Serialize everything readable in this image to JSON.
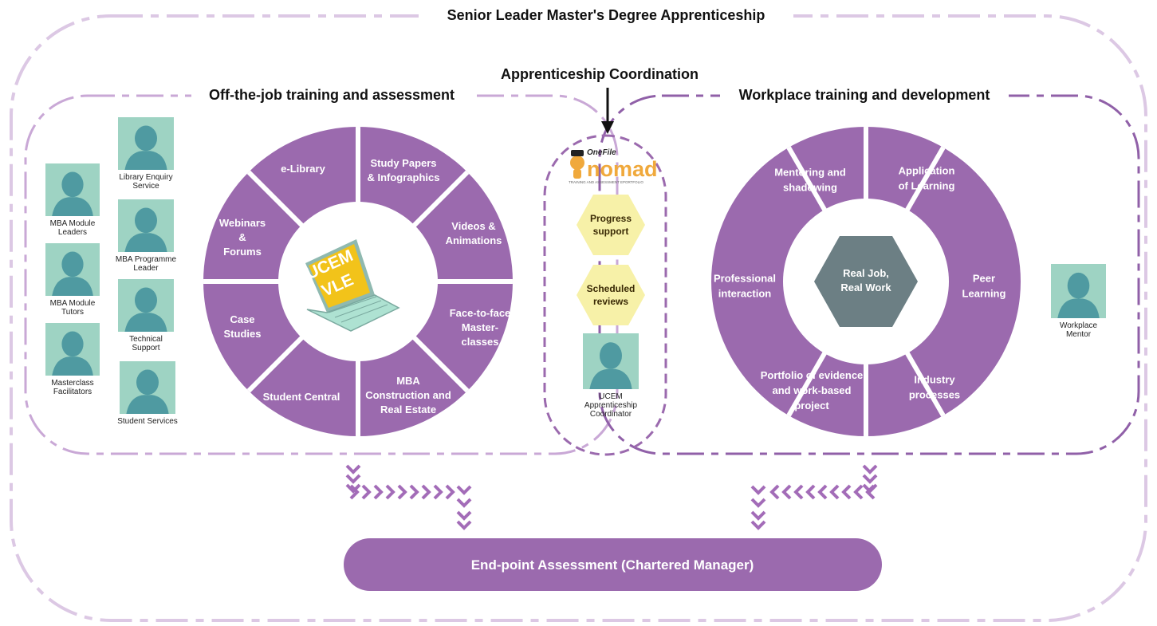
{
  "outer_title": "Senior Leader Master's Degree Apprenticeship",
  "coordination_title": "Apprenticeship Coordination",
  "offjob": {
    "title": "Off-the-job training and assessment",
    "staff": [
      [
        "MBA Module",
        "Leaders"
      ],
      [
        "MBA Module",
        "Tutors"
      ],
      [
        "Masterclass",
        "Facilitators"
      ],
      [
        "Library Enquiry",
        "Service"
      ],
      [
        "MBA Programme",
        "Leader"
      ],
      [
        "Technical",
        "Support"
      ],
      [
        "Student Services"
      ]
    ],
    "segments": [
      [
        "e-Library"
      ],
      [
        "Study Papers",
        "& Infographics"
      ],
      [
        "Videos &",
        "Animations"
      ],
      [
        "Face-to-face",
        "Master-",
        "classes"
      ],
      [
        "MBA",
        "Construction and",
        "Real Estate"
      ],
      [
        "Student Central"
      ],
      [
        "Case",
        "Studies"
      ],
      [
        "Webinars",
        "&",
        "Forums"
      ]
    ],
    "center_logo": {
      "line1": "UCEM",
      "line2": "VLE",
      "icon": "laptop-icon"
    }
  },
  "coordination": {
    "logo_small": "OneFile",
    "logo_big": "nomad",
    "logo_tagline": "TRAINING AND ASSESSMENT EPORTFOLIO",
    "hexes": [
      [
        "Progress",
        "support"
      ],
      [
        "Scheduled",
        "reviews"
      ]
    ],
    "coordinator": [
      "UCEM",
      "Apprenticeship",
      "Coordinator"
    ]
  },
  "workplace": {
    "title": "Workplace training and development",
    "segments": [
      [
        "Mentoring and",
        "shadowing"
      ],
      [
        "Application",
        "of Learning"
      ],
      [
        "Peer",
        "Learning"
      ],
      [
        "Industry",
        "processes"
      ],
      [
        "Portfolio of evidence",
        "and work-based",
        "project"
      ],
      [
        "Professional",
        "interaction"
      ]
    ],
    "center": [
      "Real Job,",
      "Real Work"
    ],
    "mentor": [
      "Workplace",
      "Mentor"
    ]
  },
  "endpoint": "End-point Assessment (Chartered Manager)",
  "colors": {
    "segment": "#9b6aae",
    "dash_outer": "#dcc8e4",
    "dash_offjob": "#c9a8d6",
    "dash_workplace": "#9060a8",
    "person_bg": "#9ed3c3",
    "person_silhouette": "#4f9aa1",
    "hex_yellow": "#f7f1a8",
    "center_hex": "#6c7f84",
    "vle_yellow": "#f2c31a",
    "laptop": "#aee2d2"
  }
}
